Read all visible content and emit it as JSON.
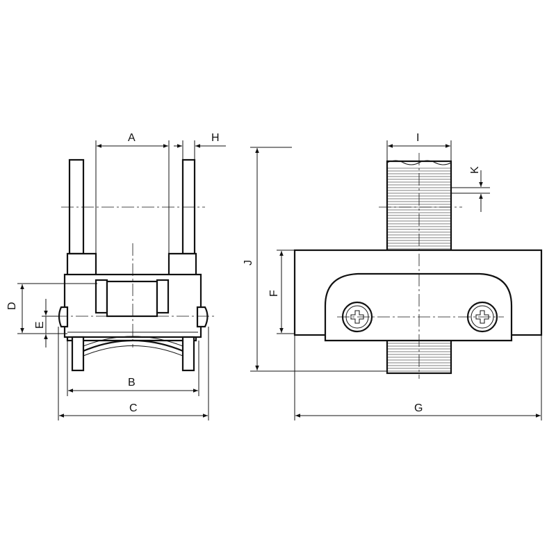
{
  "diagram": {
    "side_view_labels": {
      "A": "A",
      "H": "H",
      "D": "D",
      "E": "E",
      "B": "B",
      "C": "C"
    },
    "front_view_labels": {
      "I": "I",
      "K": "K",
      "J": "J",
      "F": "F",
      "G": "G"
    },
    "colors": {
      "stroke": "#111111",
      "background": "#ffffff",
      "hatch": "#555555"
    }
  }
}
